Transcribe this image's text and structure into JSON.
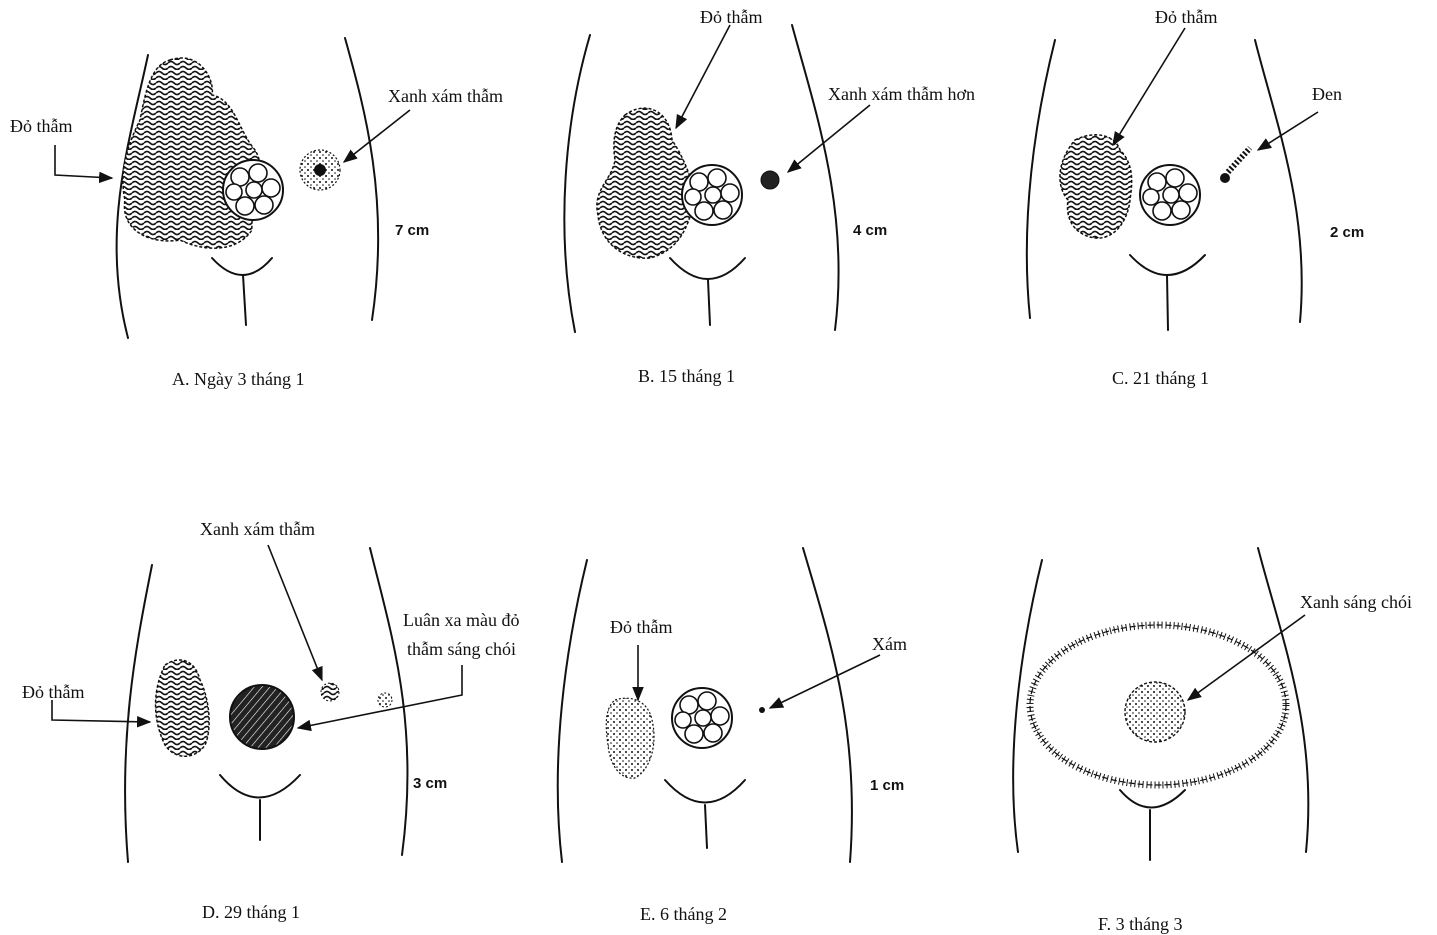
{
  "panels": [
    {
      "id": "A",
      "caption": "A. Ngày 3 tháng 1",
      "size": "7 cm",
      "labels": [
        "Đỏ thẫm",
        "Xanh xám thẫm"
      ]
    },
    {
      "id": "B",
      "caption": "B. 15 tháng 1",
      "size": "4 cm",
      "labels": [
        "Đỏ thẫm",
        "Xanh xám thẫm hơn"
      ]
    },
    {
      "id": "C",
      "caption": "C. 21 tháng 1",
      "size": "2 cm",
      "labels": [
        "Đỏ thẫm",
        "Đen"
      ]
    },
    {
      "id": "D",
      "caption": "D. 29 tháng 1",
      "size": "3 cm",
      "labels": [
        "Xanh xám thẫm",
        "Luân xa màu đỏ",
        "thẫm sáng chói",
        "Đỏ thẫm"
      ]
    },
    {
      "id": "E",
      "caption": "E. 6 tháng 2",
      "size": "1 cm",
      "labels": [
        "Đỏ thẫm",
        "Xám"
      ]
    },
    {
      "id": "F",
      "caption": "F. 3 tháng 3",
      "size": "",
      "labels": [
        "Xanh sáng chói"
      ]
    }
  ],
  "colors": {
    "ink": "#111111",
    "paper": "#ffffff"
  }
}
